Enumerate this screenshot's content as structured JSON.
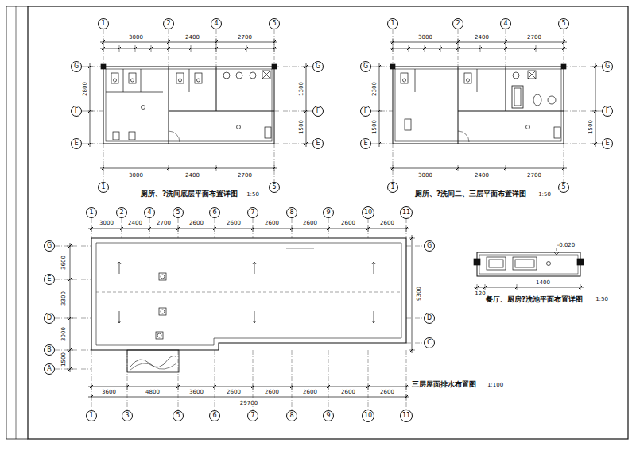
{
  "diagram": {
    "nodes": [
      {
        "text": [
          "1"
        ]
      },
      {
        "text": [
          "2"
        ]
      },
      {
        "text": [
          "4"
        ]
      },
      {
        "text": [
          "5"
        ]
      },
      {
        "text": [
          "G"
        ]
      },
      {
        "text": [
          "F"
        ]
      },
      {
        "text": [
          "E"
        ]
      },
      {
        "text": [
          "G"
        ]
      },
      {
        "text": [
          "F"
        ]
      },
      {
        "text": [
          "E"
        ]
      },
      {
        "text": [
          "1"
        ]
      },
      {
        "text": [
          "5"
        ]
      },
      {
        "text": [
          "1"
        ]
      },
      {
        "text": [
          "2"
        ]
      },
      {
        "text": [
          "4"
        ]
      },
      {
        "text": [
          "5"
        ]
      },
      {
        "text": [
          "G"
        ]
      },
      {
        "text": [
          "F"
        ]
      },
      {
        "text": [
          "E"
        ]
      },
      {
        "text": [
          "G"
        ]
      },
      {
        "text": [
          "F"
        ]
      },
      {
        "text": [
          "E"
        ]
      },
      {
        "text": [
          "1"
        ]
      },
      {
        "text": [
          "5"
        ]
      },
      {
        "text": [
          "1"
        ]
      },
      {
        "text": [
          "2"
        ]
      },
      {
        "text": [
          "4"
        ]
      },
      {
        "text": [
          "5"
        ]
      },
      {
        "text": [
          "6"
        ]
      },
      {
        "text": [
          "7"
        ]
      },
      {
        "text": [
          "8"
        ]
      },
      {
        "text": [
          "9"
        ]
      },
      {
        "text": [
          "10"
        ]
      },
      {
        "text": [
          "11"
        ]
      },
      {
        "text": [
          "G"
        ]
      },
      {
        "text": [
          "E"
        ]
      },
      {
        "text": [
          "D"
        ]
      },
      {
        "text": [
          "B"
        ]
      },
      {
        "text": [
          "A"
        ]
      },
      {
        "text": [
          "G"
        ]
      },
      {
        "text": [
          "D"
        ]
      },
      {
        "text": [
          "C"
        ]
      },
      {
        "text": [
          "1"
        ]
      },
      {
        "text": [
          "3"
        ]
      },
      {
        "text": [
          "5"
        ]
      },
      {
        "text": [
          "6"
        ]
      },
      {
        "text": [
          "7"
        ]
      },
      {
        "text": [
          "8"
        ]
      },
      {
        "text": [
          "9"
        ]
      },
      {
        "text": [
          "10"
        ]
      },
      {
        "text": [
          "11"
        ]
      }
    ],
    "edges": [],
    "labels": [
      "厕所、?洗间底层平面布置详图",
      "1:50",
      "厕所、?洗间二、三层平面布置详图",
      "1:50",
      "三层屋面排水布置图",
      "1:100",
      "餐厅、厨房?洗池平面布置详图",
      "1:50",
      "3000",
      "2400",
      "2700",
      "3000",
      "2400",
      "2700",
      "2800",
      "1500",
      "1300",
      "3000",
      "2400",
      "2700",
      "3000",
      "2400",
      "2700",
      "2300",
      "1500",
      "1500",
      "3000",
      "2400",
      "2700",
      "2600",
      "2600",
      "2600",
      "2600",
      "2600",
      "2600",
      "3600",
      "4800",
      "3600",
      "2600",
      "2600",
      "2600",
      "2600",
      "2600",
      "29700",
      "3600",
      "3300",
      "3000",
      "1500",
      "9300",
      "-0.020",
      "1400",
      "120"
    ]
  }
}
